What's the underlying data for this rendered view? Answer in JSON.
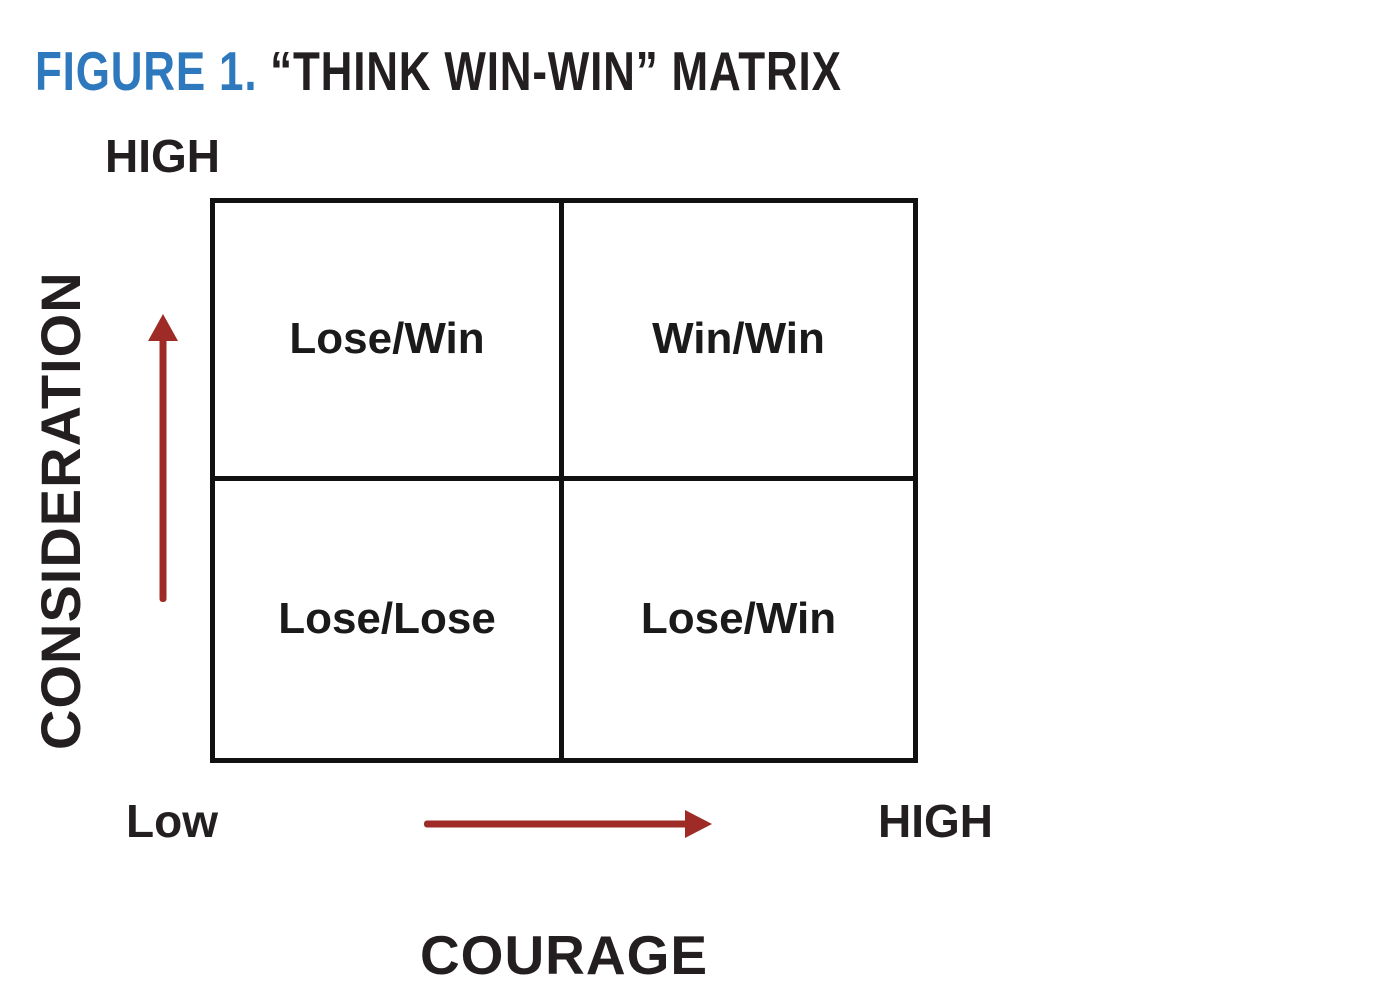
{
  "figure": {
    "label": "FIGURE 1.",
    "title": "“THINK WIN-WIN” MATRIX"
  },
  "colors": {
    "figure_label_blue": "#2e78be",
    "text_black": "#231f20",
    "arrow_red": "#9e2b25",
    "matrix_line_black": "#111111",
    "background": "#ffffff"
  },
  "y_axis": {
    "title": "CONSIDERATION",
    "high_label": "HIGH",
    "arrow_icon": "up-arrow-icon",
    "direction": "low at bottom to high at top"
  },
  "x_axis": {
    "title": "COURAGE",
    "low_label": "Low",
    "high_label": "HIGH",
    "arrow_icon": "right-arrow-icon",
    "direction": "low at left to high at right"
  },
  "matrix": {
    "rows": 2,
    "columns": 2,
    "quadrants": [
      {
        "position": "top-left",
        "label": "Lose/Win"
      },
      {
        "position": "top-right",
        "label": "Win/Win"
      },
      {
        "position": "bottom-left",
        "label": "Lose/Lose"
      },
      {
        "position": "bottom-right",
        "label": "Lose/Win"
      }
    ]
  }
}
